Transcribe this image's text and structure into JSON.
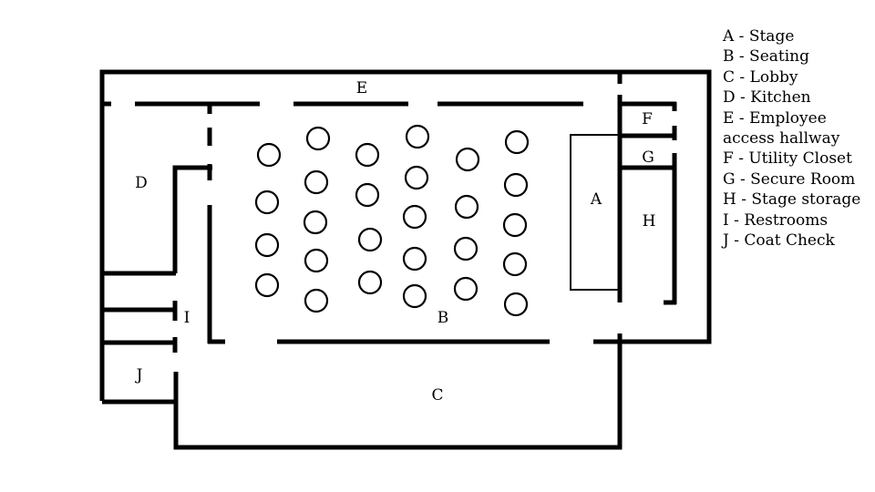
{
  "rooms": {
    "A": "A",
    "B": "B",
    "C": "C",
    "D": "D",
    "E": "E",
    "F": "F",
    "G": "G",
    "H": "H",
    "I": "I",
    "J": "J"
  },
  "legend": [
    "A - Stage",
    "B - Seating",
    "C - Lobby",
    "D - Kitchen",
    "E - Employee",
    "access hallway",
    "F - Utility Closet",
    "G - Secure Room",
    "H - Stage storage",
    "I - Restrooms",
    "J - Coat Check"
  ]
}
